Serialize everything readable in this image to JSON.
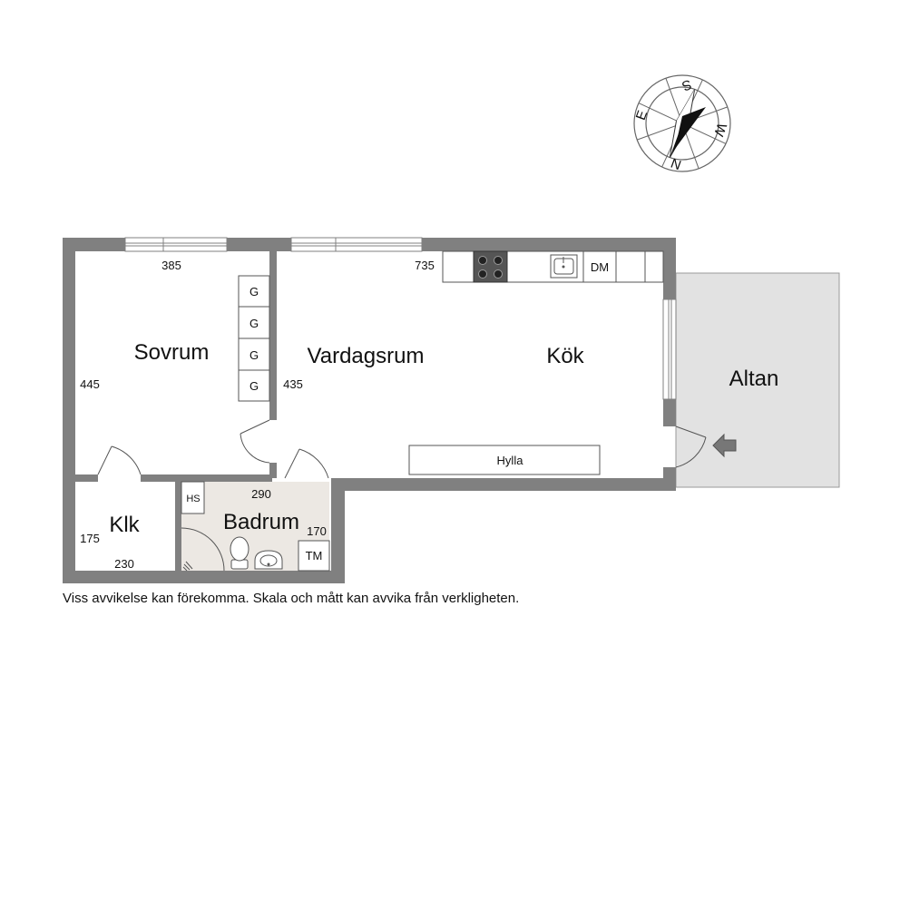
{
  "rooms": {
    "sovrum": "Sovrum",
    "vardagsrum": "Vardagsrum",
    "kok": "Kök",
    "altan": "Altan",
    "klk": "Klk",
    "badrum": "Badrum"
  },
  "dimensions": {
    "sovrum_width": "385",
    "sovrum_height": "445",
    "vardagsrum_width": "735",
    "vardagsrum_height": "435",
    "badrum_width": "290",
    "badrum_height": "170",
    "klk_height": "175",
    "klk_width": "230"
  },
  "fixtures": {
    "wardrobe": [
      "G",
      "G",
      "G",
      "G"
    ],
    "dishwasher": "DM",
    "shelf": "Hylla",
    "water_heater": "HS",
    "washer": "TM"
  },
  "compass": {
    "n": "N",
    "s": "S",
    "e": "E",
    "w": "W"
  },
  "disclaimer": "Viss avvikelse kan förekomma. Skala och mått kan avvika från verkligheten.",
  "colors": {
    "wall": "#808080",
    "bathroom_floor": "#ece8e3",
    "altan_floor": "#e2e2e2"
  }
}
